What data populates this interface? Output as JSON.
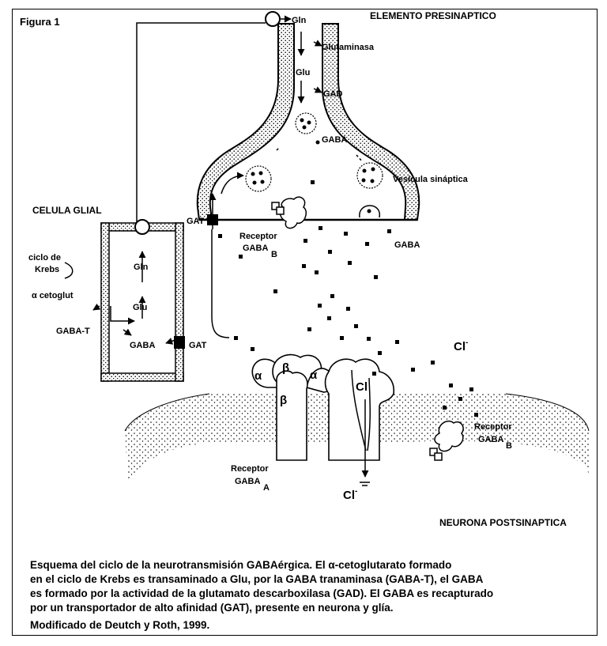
{
  "figure_label": "Figura 1",
  "labels": {
    "presynaptic": "ELEMENTO PRESINAPTICO",
    "glial": "CELULA GLIAL",
    "postsynaptic": "NEURONA POSTSINAPTICA",
    "gln_top": "Gln",
    "glutaminasa": "Glutaminasa",
    "glu_top": "Glu",
    "gad": "GAD",
    "gaba_pre": "GABA",
    "vesicula": "Vesícula sináptica",
    "gat_upper": "GAT",
    "gat_lower": "GAT",
    "receptor_b_pre_1": "Receptor",
    "receptor_b_pre_2": "GABA",
    "receptor_b_sub": "B",
    "gaba_cleft": "GABA",
    "cl_top": "Cl",
    "cl_channel": "Cl",
    "cl_bottom": "Cl",
    "cl_sup": "-",
    "ciclo_1": "ciclo de",
    "ciclo_2": "Krebs",
    "cetoglut": "α cetoglut",
    "gln_glia": "Gln",
    "glu_glia": "Glu",
    "gaba_glia": "GABA",
    "gaba_t": "GABA-T",
    "alpha": "α",
    "beta": "β",
    "receptor_a_1": "Receptor",
    "receptor_a_2": "GABA",
    "receptor_a_sub": "A",
    "receptor_b_post_1": "Receptor",
    "receptor_b_post_2": "GABA",
    "receptor_b_post_sub": "B"
  },
  "caption": {
    "line1": "Esquema del ciclo de la neurotransmisión  GABAérgica. El α-cetoglutarato formado",
    "line2": "en el ciclo de Krebs es transaminado a Glu,  por la GABA tranaminasa (GABA-T), el GABA",
    "line3": "es formado por la actividad de la glutamato descarboxilasa (GAD). El GABA es recapturado",
    "line4": "por un transportador de alto afinidad (GAT), presente en neurona y glía.",
    "source": "Modificado de Deutch y Roth, 1999."
  }
}
